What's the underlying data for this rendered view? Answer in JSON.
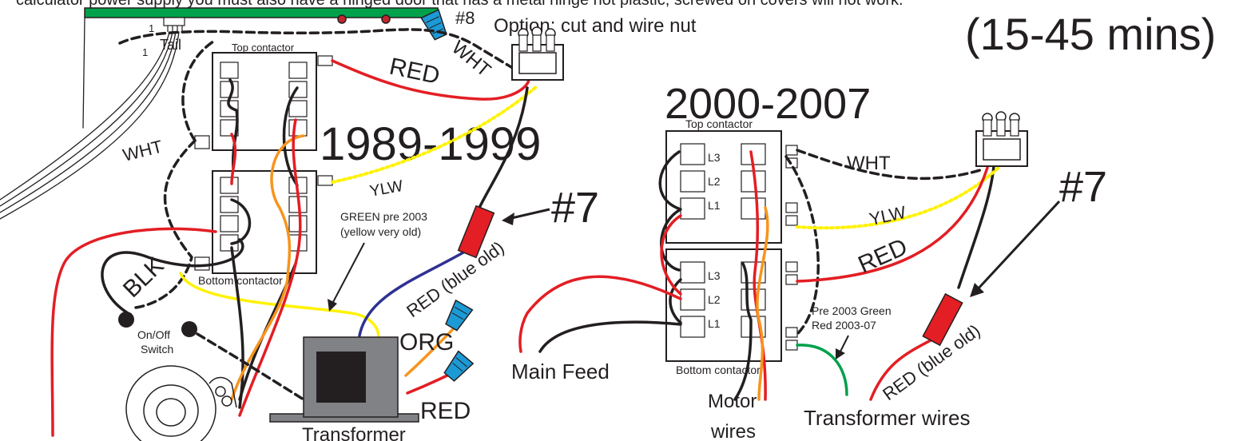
{
  "header": {
    "top_text": "calculator power supply you must also have a hinged door that has a metal hinge not plastic, screwed on covers will not work.",
    "time_estimate": "(15-45 mins)",
    "nut_number": "#8",
    "nut_option": "Option: cut and wire nut"
  },
  "left_diagram": {
    "year_range": "1989-1999",
    "top_contactor": "Top contactor",
    "bottom_contactor": "Bottom contactor",
    "tail_label": "Tail",
    "pin_1a": "1",
    "pin_1b": "1",
    "wire_red": "RED",
    "wire_wht_top": "WHT",
    "wire_wht_left": "WHT",
    "wire_ylw": "YLW",
    "wire_blk": "BLK",
    "fuse_number": "#7",
    "fuse_wire": "RED (blue old)",
    "green_note_line1": "GREEN pre 2003",
    "green_note_line2": "(yellow very old)",
    "switch_line1": "On/Off",
    "switch_line2": "Switch",
    "transformer_org": "ORG",
    "transformer_red": "RED",
    "transformer_label": "Transformer"
  },
  "right_diagram": {
    "year_range": "2000-2007",
    "top_contactor": "Top contactor",
    "bottom_contactor": "Bottom contactor",
    "terminals_top": [
      "L3",
      "L2",
      "L1"
    ],
    "terminals_bottom": [
      "L3",
      "L2",
      "L1"
    ],
    "wire_wht": "WHT",
    "wire_ylw": "YLW",
    "wire_red": "RED",
    "fuse_number": "#7",
    "fuse_wire": "RED (blue old)",
    "pre2003_line1": "Pre 2003 Green",
    "pre2003_line2": "Red 2003-07",
    "main_feed": "Main Feed",
    "motor_line1": "Motor",
    "motor_line2": "wires",
    "transformer_wires": "Transformer wires"
  },
  "colors": {
    "red_wire": "#e31e24",
    "black_wire": "#231f20",
    "white_wire_dash": "#231f20",
    "yellow_wire": "#fff200",
    "orange_wire": "#f7941d",
    "green_wire": "#00a14b",
    "blue_wire": "#2e3192",
    "wire_nut": "#1c9ad6",
    "fuse_red": "#e31e24",
    "pcb_green": "#00a14b",
    "transformer_grey": "#808285"
  }
}
